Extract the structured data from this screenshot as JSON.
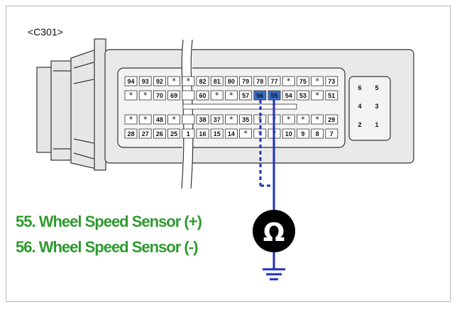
{
  "connector": {
    "label": "<C301>"
  },
  "pins": {
    "left_top_row1": [
      "94",
      "93",
      "92",
      "*",
      "*",
      "82",
      "81",
      "80",
      "79",
      "78",
      "77",
      "*",
      "75",
      "*",
      "73"
    ],
    "left_top_row2": [
      "*",
      "*",
      "70",
      "69",
      "",
      "60",
      "*",
      "*",
      "57",
      "56",
      "55",
      "54",
      "53",
      "*",
      "51"
    ],
    "left_bottom_row1": [
      "*",
      "*",
      "48",
      "*",
      "",
      "38",
      "37",
      "*",
      "35",
      "*",
      "*",
      "*",
      "*",
      "*",
      "29"
    ],
    "left_bottom_row2": [
      "28",
      "27",
      "26",
      "25",
      "1",
      "16",
      "15",
      "14",
      "*",
      "*",
      "*",
      "10",
      "9",
      "8",
      "7"
    ],
    "right_block": [
      [
        "6",
        "5"
      ],
      [
        "4",
        "3"
      ],
      [
        "2",
        "1"
      ]
    ]
  },
  "meter": {
    "symbol": "Ω"
  },
  "legend": {
    "line1": "55. Wheel Speed Sensor (+)",
    "line2": "56. Wheel Speed Sensor (-)"
  },
  "colors": {
    "wire": "#1f2fbf",
    "legend_text": "#2e9a2e",
    "pin_highlight": "#3b6fc8",
    "housing": "#e8e8e8"
  }
}
